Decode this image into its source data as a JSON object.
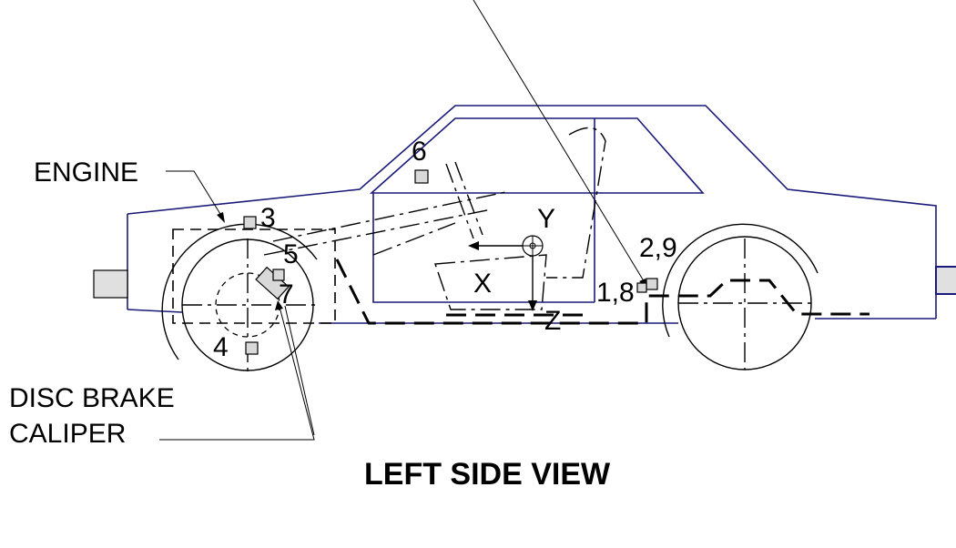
{
  "labels": {
    "engine": "ENGINE",
    "disc_brake_line1": "DISC BRAKE",
    "disc_brake_line2": "CALIPER",
    "view_title": "LEFT SIDE VIEW"
  },
  "axes": {
    "x": "X",
    "y": "Y",
    "z": "Z"
  },
  "sensor_locations": {
    "s1_8": "1,8",
    "s2_9": "2,9",
    "s3": "3",
    "s4": "4",
    "s5": "5",
    "s6": "6",
    "s7": "7"
  },
  "colors": {
    "body_outline": "#1a1a7a",
    "sensor_fill": "#d9d9d9"
  }
}
